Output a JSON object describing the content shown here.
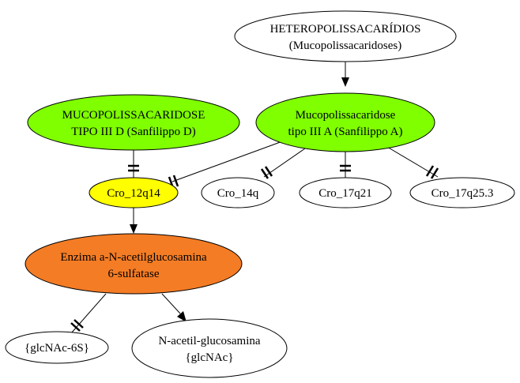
{
  "nodes": {
    "heteropolissacaridios": {
      "lines": [
        "HETEROPOLISSACARÍDIOS",
        "(Mucopolissacaridoses)"
      ],
      "fill": "#ffffff"
    },
    "mps_iiid": {
      "lines": [
        "MUCOPOLISSACARIDOSE",
        "TIPO III D (Sanfilippo D)"
      ],
      "fill": "#7fff00"
    },
    "mps_iiia": {
      "lines": [
        "Mucopolissacaridose",
        "tipo III A (Sanfilippo A)"
      ],
      "fill": "#7fff00"
    },
    "cro_12q14": {
      "lines": [
        "Cro_12q14"
      ],
      "fill": "#ffff00"
    },
    "cro_14q": {
      "lines": [
        "Cro_14q"
      ],
      "fill": "#ffffff"
    },
    "cro_17q21": {
      "lines": [
        "Cro_17q21"
      ],
      "fill": "#ffffff"
    },
    "cro_17q25_3": {
      "lines": [
        "Cro_17q25.3"
      ],
      "fill": "#ffffff"
    },
    "enzima": {
      "lines": [
        "Enzima a-N-acetilglucosamina",
        "6-sulfatase"
      ],
      "fill": "#f47c25"
    },
    "glcnac_6s": {
      "lines": [
        "{glcNAc-6S}"
      ],
      "fill": "#ffffff"
    },
    "n_acetil_glucosamina": {
      "lines": [
        "N-acetil-glucosamina",
        "{glcNAc}"
      ],
      "fill": "#ffffff"
    }
  },
  "edges": [
    {
      "from": "heteropolissacaridios",
      "to": "mps_iiia",
      "style": "arrow"
    },
    {
      "from": "mps_iiid",
      "to": "cro_12q14",
      "style": "tee"
    },
    {
      "from": "mps_iiia",
      "to": "cro_12q14",
      "style": "tee"
    },
    {
      "from": "mps_iiia",
      "to": "cro_14q",
      "style": "tee"
    },
    {
      "from": "mps_iiia",
      "to": "cro_17q21",
      "style": "tee"
    },
    {
      "from": "mps_iiia",
      "to": "cro_17q25_3",
      "style": "tee"
    },
    {
      "from": "cro_12q14",
      "to": "enzima",
      "style": "arrow"
    },
    {
      "from": "enzima",
      "to": "glcnac_6s",
      "style": "tee"
    },
    {
      "from": "enzima",
      "to": "n_acetil_glucosamina",
      "style": "arrow"
    }
  ]
}
